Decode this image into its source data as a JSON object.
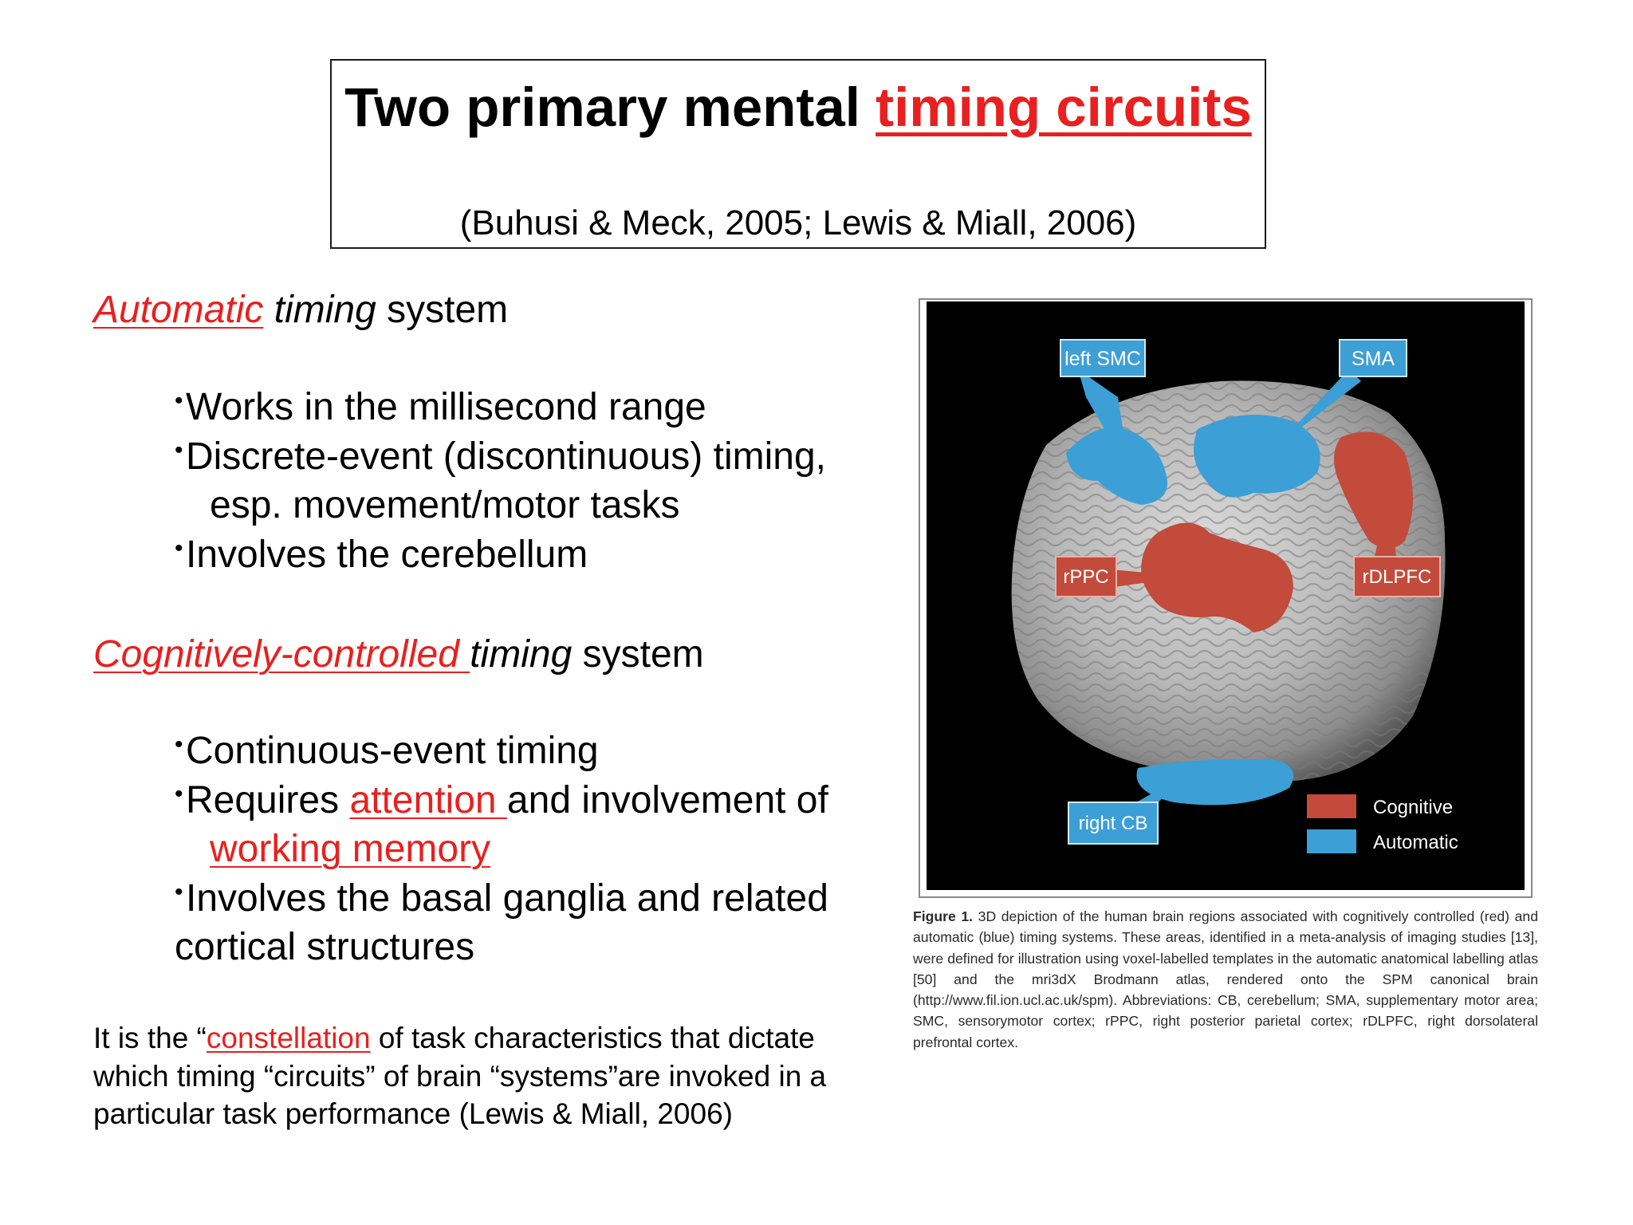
{
  "title": {
    "lead": "Two primary mental ",
    "highlight": "timing circuits",
    "citation": "(Buhusi & Meck, 2005; Lewis & Miall, 2006)"
  },
  "automatic": {
    "heading_em": "Automatic",
    "heading_timing": "timing",
    "heading_rest": " system",
    "bullets": [
      "Works in the millisecond range",
      "Discrete-event (discontinuous) timing,",
      "esp. movement/motor tasks",
      "Involves the cerebellum"
    ]
  },
  "cognitive": {
    "heading_em": "Cognitively-controlled ",
    "heading_timing": "timing",
    "heading_rest": " system",
    "bullet1": "Continuous-event timing",
    "bullet2_a": "Requires ",
    "bullet2_b": "attention ",
    "bullet2_c": "and involvement of",
    "bullet2_d": "working memory",
    "bullet3_a": "Involves the basal ganglia and related",
    "bullet3_b": "cortical structures"
  },
  "footer": {
    "line1_a": "It is the “",
    "line1_b": "constellation",
    "line1_c": " of task characteristics that dictate",
    "line2": "which timing “circuits” of brain “systems”are invoked in a",
    "line3": "particular task performance (Lewis & Miall, 2006)"
  },
  "figure": {
    "labels": {
      "left_smc": "left SMC",
      "sma": "SMA",
      "rppc": "rPPC",
      "rdlpfc": "rDLPFC",
      "right_cb": "right CB"
    },
    "legend": {
      "cognitive": "Cognitive",
      "automatic": "Automatic"
    },
    "colors": {
      "cognitive": "#c24b3c",
      "automatic": "#3c9fd6",
      "background": "#000000"
    },
    "caption_label": "Figure 1.",
    "caption_text": " 3D depiction of the human brain regions associated with cognitively controlled (red) and automatic (blue) timing systems. These areas, identified in a meta-analysis of imaging studies [13], were defined for illustration using voxel-labelled templates in the automatic anatomical labelling atlas [50] and the mri3dX Brodmann atlas, rendered onto the SPM canonical brain (http://www.fil.ion.ucl.ac.uk/spm). Abbreviations: CB, cerebellum; SMA, supplementary motor area; SMC, sensorymotor cortex; rPPC, right posterior parietal cortex; rDLPFC, right dorsolateral prefrontal cortex."
  }
}
